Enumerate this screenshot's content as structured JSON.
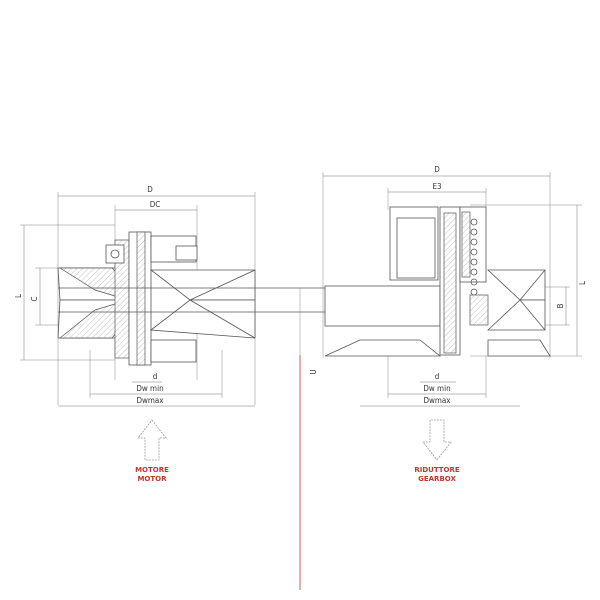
{
  "motor_pulley": {
    "dim_D": "D",
    "dim_DC": "DC",
    "dim_L": "L",
    "dim_C": "C",
    "dim_d": "d",
    "dim_dwmin": "Dw min",
    "dim_dwmax": "Dwmax"
  },
  "gearbox_pulley": {
    "dim_D": "D",
    "dim_E3": "E3",
    "dim_L": "L",
    "dim_B": "B",
    "dim_d": "d",
    "dim_dwmin": "Dw min",
    "dim_dwmax": "Dwmax"
  },
  "center_distance": "U",
  "motor_arrow": {
    "line1": "MOTORE",
    "line2": "MOTOR"
  },
  "gearbox_arrow": {
    "line1": "RIDUTTORE",
    "line2": "GEARBOX"
  },
  "colors": {
    "line": "#555555",
    "accent": "#c0392b"
  }
}
